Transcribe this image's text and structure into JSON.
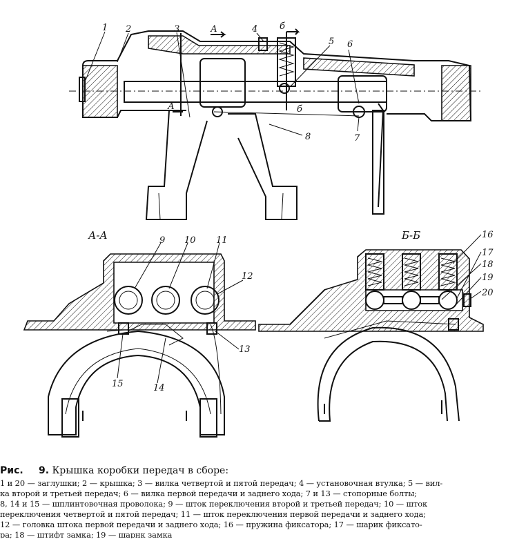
{
  "figure": {
    "section_labels": {
      "aa": "А-А",
      "bb": "Б-Б"
    },
    "cut_marks": {
      "a_top": "А",
      "a_bottom": "А",
      "b_top": "б",
      "b_bottom": "б"
    },
    "callouts": {
      "top": [
        "1",
        "2",
        "3",
        "4",
        "5",
        "6",
        "7",
        "8"
      ],
      "section_aa": [
        "9",
        "10",
        "11",
        "12",
        "13",
        "14",
        "15"
      ],
      "section_bb": [
        "16",
        "17",
        "18",
        "19",
        "20"
      ]
    }
  },
  "caption": {
    "prefix": "Рис.",
    "number": "9.",
    "title": "Крышка коробки передач в сборе:",
    "lines": [
      "1 и 20 — заглушки; 2 — крышка; 3 — вилка четвертой и пятой передач; 4 — установочная втулка; 5 — вил-",
      "ка второй и третьей передач; 6 — вилка первой передачи и заднего хода; 7 и 13 — стопорные болты;",
      "8, 14 и 15 — шплинтовочная проволока; 9 — шток переключения второй и третьей передач; 10 — шток",
      "переключения четвертой и пятой передач; 11 — шток переключения первой передачи и заднего хода;",
      "12 — головка штока первой передачи и заднего хода; 16 — пружина фиксатора; 17 — шарик фиксато-",
      "ра; 18 — штифт замка; 19 — шарнк замка"
    ]
  }
}
